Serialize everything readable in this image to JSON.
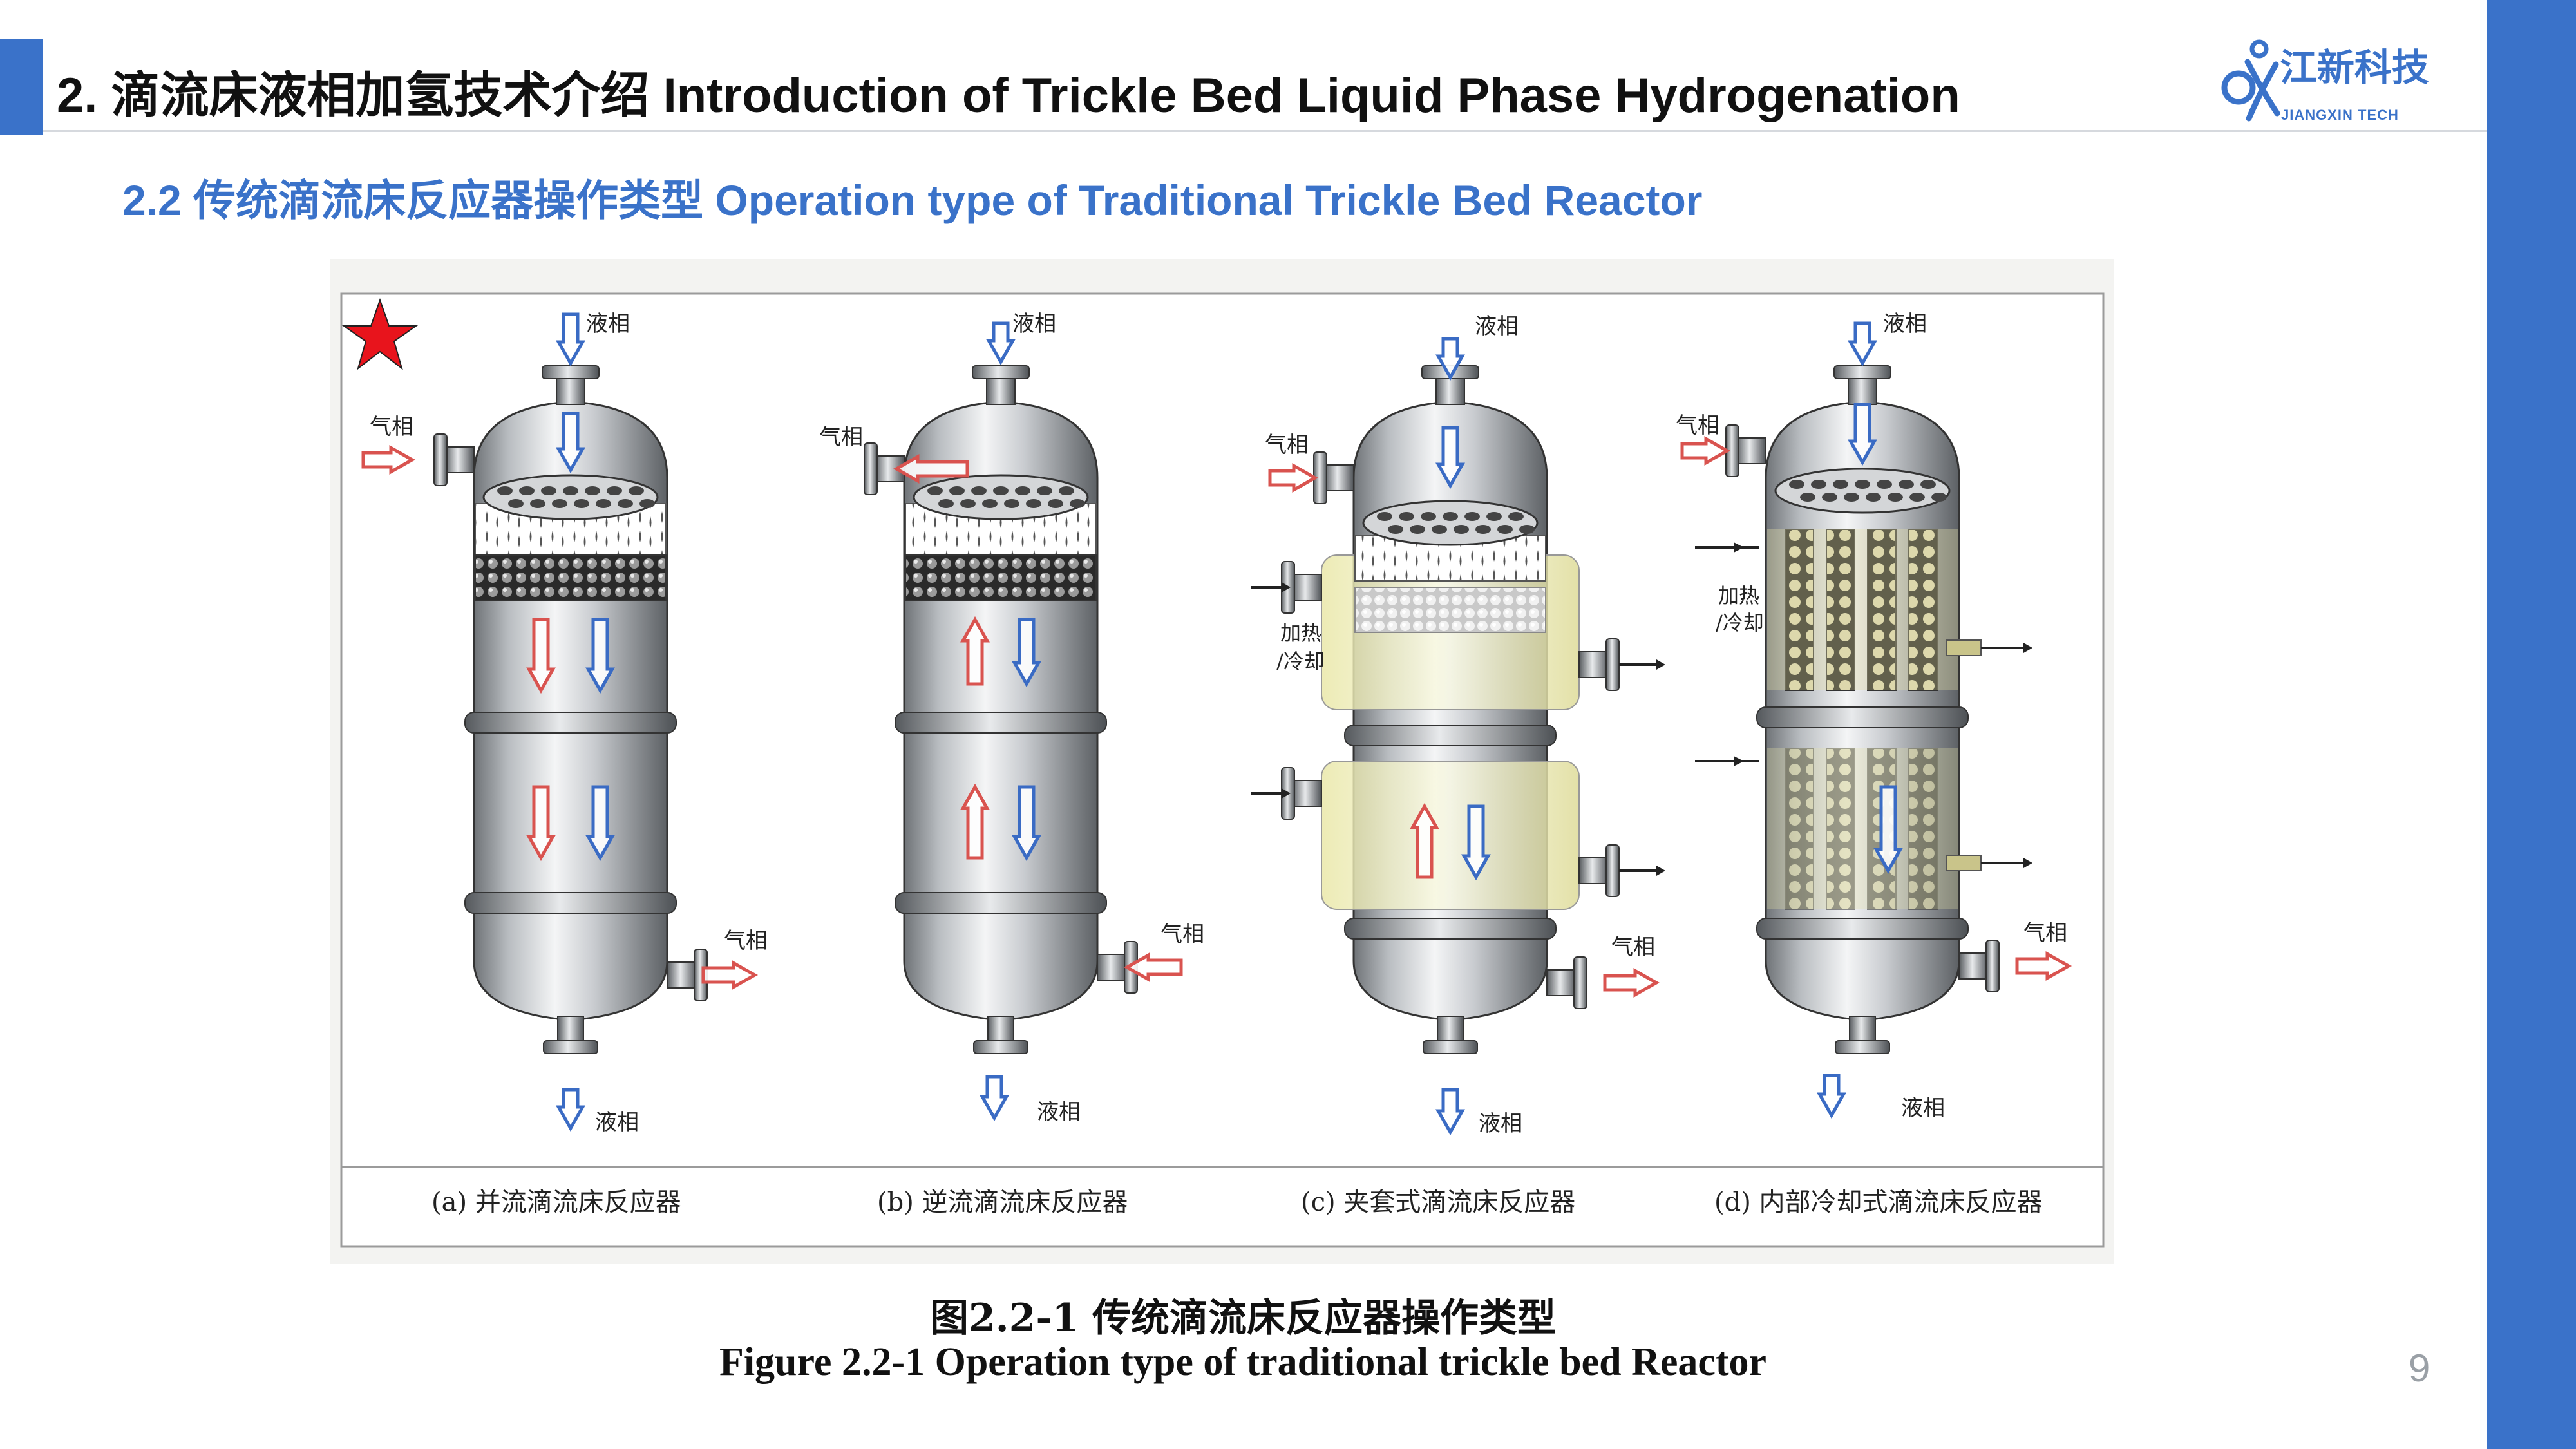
{
  "header": {
    "title": "2. 滴流床液相加氢技术介绍 Introduction of Trickle Bed Liquid Phase Hydrogenation",
    "subtitle": "2.2 传统滴流床反应器操作类型 Operation type of Traditional Trickle Bed Reactor"
  },
  "logo": {
    "cn": "江新科技",
    "en": "JIANGXIN TECH"
  },
  "colors": {
    "accent": "#3a72c9",
    "gas_arrow": "#d9534f",
    "liquid_arrow": "#3a6bc4",
    "star": "#e8141c"
  },
  "figure": {
    "labels": {
      "liquid": "液相",
      "gas": "气相",
      "heat": "加热",
      "cool": "/冷却"
    },
    "panels": [
      {
        "caption": "(a) 并流滴流床反应器"
      },
      {
        "caption": "(b) 逆流滴流床反应器"
      },
      {
        "caption": "(c) 夹套式滴流床反应器"
      },
      {
        "caption": "(d) 内部冷却式滴流床反应器"
      }
    ],
    "caption_cn": "图2.2-1  传统滴流床反应器操作类型",
    "caption_en": "Figure 2.2-1 Operation type of traditional trickle bed Reactor"
  },
  "page_number": "9"
}
